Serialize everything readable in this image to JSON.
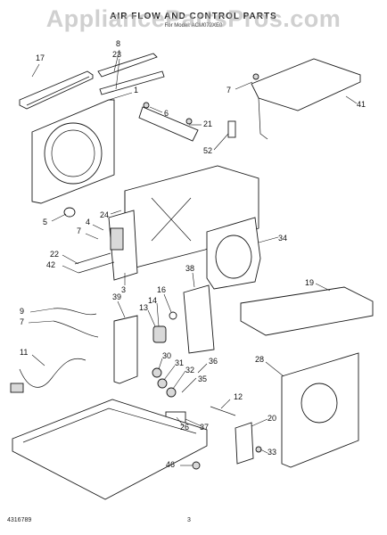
{
  "diagram": {
    "watermark": "AppliancePartsPros.com",
    "title": "AIR FLOW AND CONTROL PARTS",
    "subtitle": "For Model: ACM072XE0",
    "footer_left": "4316789",
    "footer_center": "3"
  },
  "callouts": [
    "17",
    "8",
    "23",
    "1",
    "7",
    "41",
    "6",
    "21",
    "52",
    "5",
    "24",
    "4",
    "7",
    "34",
    "22",
    "42",
    "3",
    "38",
    "19",
    "16",
    "14",
    "9",
    "39",
    "13",
    "7",
    "28",
    "11",
    "30",
    "31",
    "32",
    "36",
    "35",
    "12",
    "20",
    "26",
    "37",
    "33",
    "46"
  ]
}
